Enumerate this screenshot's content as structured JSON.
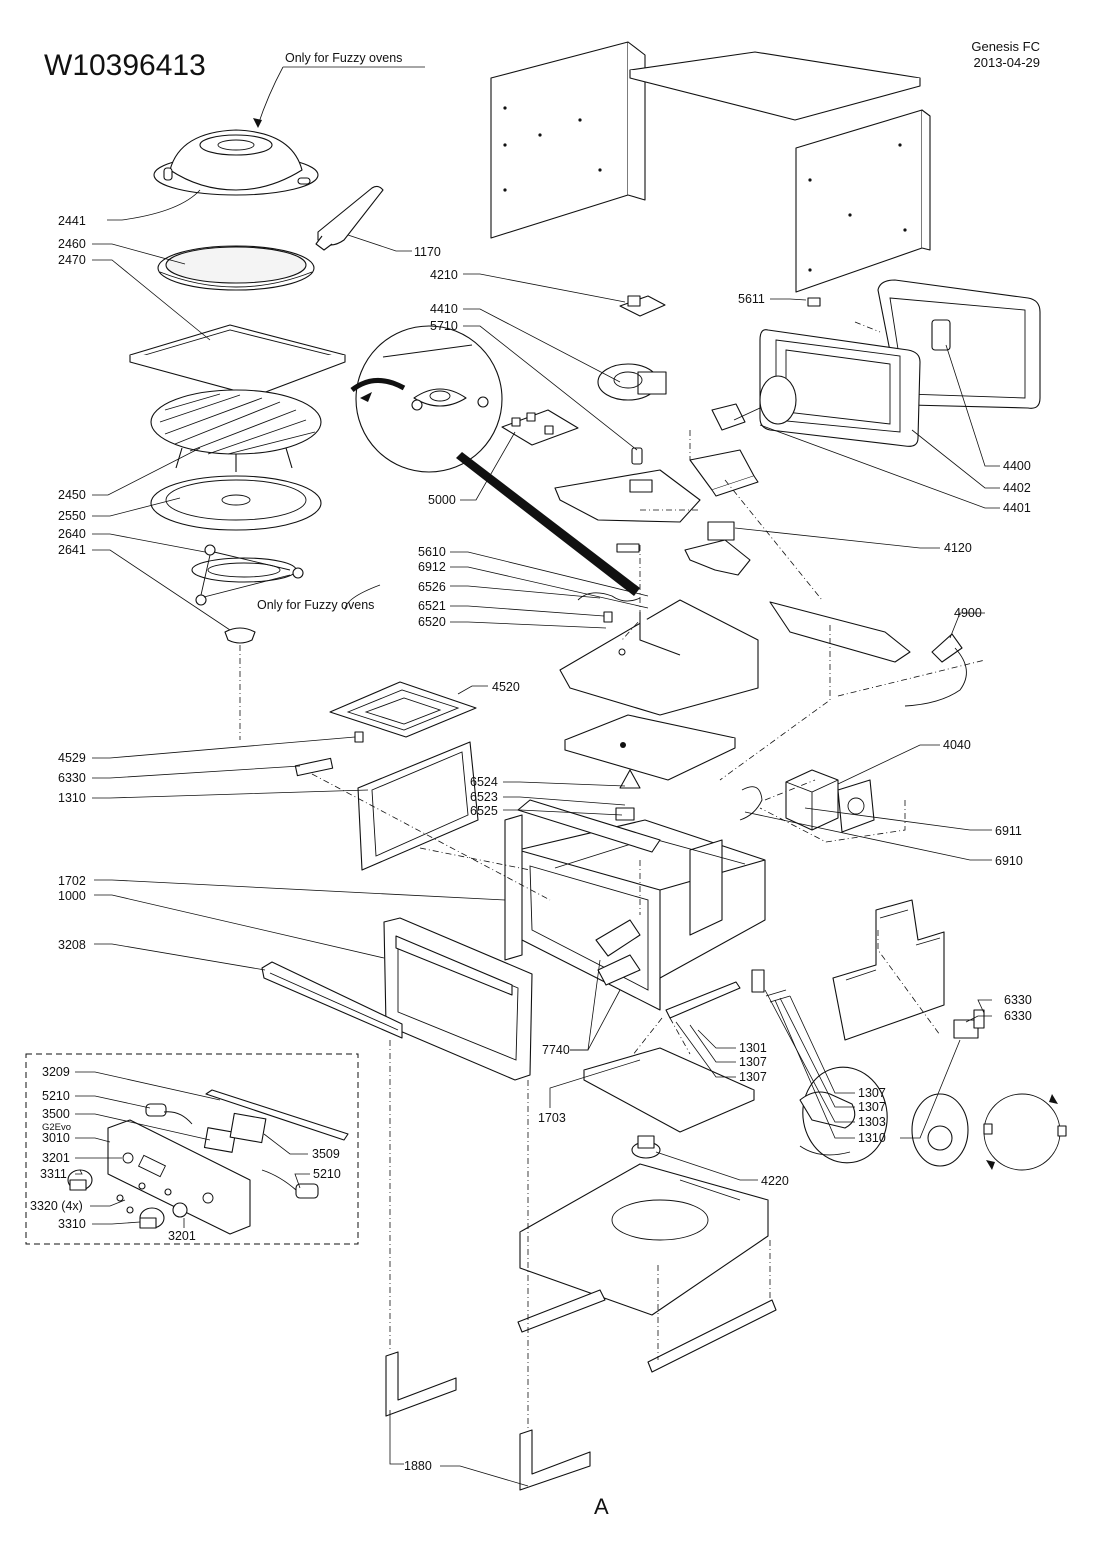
{
  "header": {
    "doc_number": "W10396413",
    "product": "Genesis FC",
    "date": "2013-04-29",
    "note_top": "Only for Fuzzy ovens",
    "note_mid": "Only for Fuzzy ovens"
  },
  "labels": {
    "l2441": "2441",
    "l2460": "2460",
    "l2470": "2470",
    "l1170": "1170",
    "l4210": "4210",
    "l4410": "4410",
    "l5710": "5710",
    "l5611": "5611",
    "l2450": "2450",
    "l2550": "2550",
    "l2640": "2640",
    "l2641": "2641",
    "l5000": "5000",
    "l4400": "4400",
    "l4402": "4402",
    "l4401": "4401",
    "l4120": "4120",
    "l5610": "5610",
    "l6912": "6912",
    "l6526": "6526",
    "l6521": "6521",
    "l6520": "6520",
    "l4900": "4900",
    "l4520": "4520",
    "l4529": "4529",
    "l6330a": "6330",
    "l1310a": "1310",
    "l4040": "4040",
    "l6524": "6524",
    "l6523": "6523",
    "l6525": "6525",
    "l6911": "6911",
    "l6910": "6910",
    "l1702": "1702",
    "l1000": "1000",
    "l3208": "3208",
    "l7740": "7740",
    "l6330b": "6330",
    "l6330c": "6330",
    "l1301": "1301",
    "l1307a": "1307",
    "l1307b": "1307",
    "l1307c": "1307",
    "l1307d": "1307",
    "l1703": "1703",
    "l1303": "1303",
    "l1310b": "1310",
    "l4220": "4220",
    "l3209": "3209",
    "l5210a": "5210",
    "l3500": "3500",
    "l3500sub": "G2Evo",
    "l3010": "3010",
    "l3509": "3509",
    "l3201a": "3201",
    "l5210b": "5210",
    "l3311": "3311",
    "l3320": "3320 (4x)",
    "l3310": "3310",
    "l3201b": "3201",
    "l1880": "1880",
    "lA": "A"
  }
}
